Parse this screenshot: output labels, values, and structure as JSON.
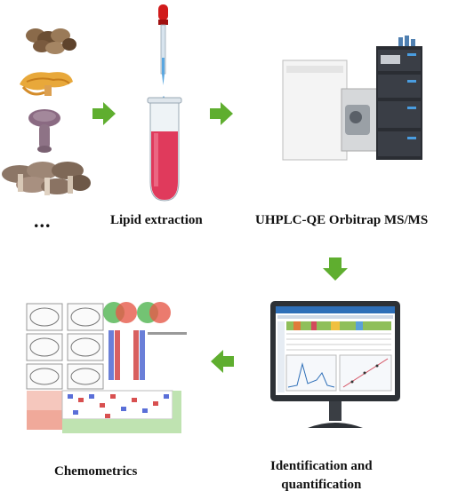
{
  "steps": {
    "extraction": "Lipid extraction",
    "instrument": "UHPLC-QE Orbitrap MS/MS",
    "identification_line1": "Identification and",
    "identification_line2": "quantification",
    "chemometrics": "Chemometrics"
  },
  "samples_more": "...",
  "colors": {
    "arrow": "#5fae2f",
    "tube_liquid": "#e03a5c",
    "dropper_bulb": "#d11b1b",
    "monitor_frame": "#2d3136"
  }
}
